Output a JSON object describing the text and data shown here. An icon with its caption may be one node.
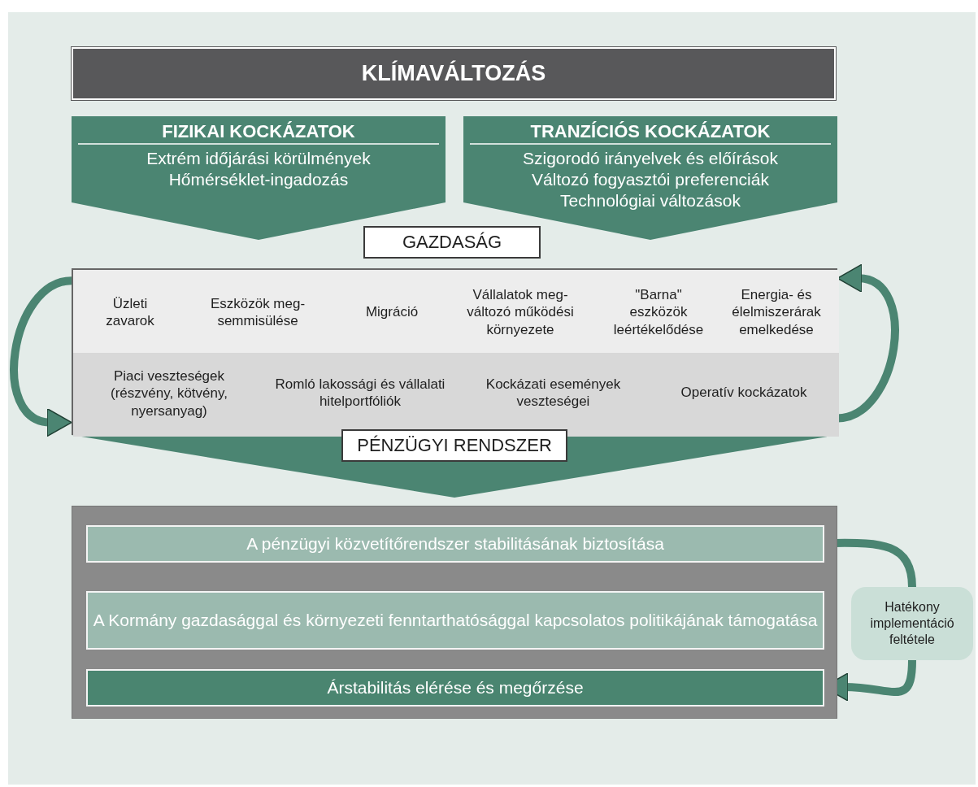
{
  "diagram": {
    "nodes": [
      {
        "text": [
          "KLÍMAVÁLTOZÁS"
        ]
      },
      {
        "text": [
          "FIZIKAI KOCKÁZATOK",
          "Extrém időjárási körülmények",
          "Hőmérséklet-ingadozás"
        ]
      },
      {
        "text": [
          "TRANZÍCIÓS KOCKÁZATOK",
          "Szigorodó irányelvek és előírások",
          "Változó fogyasztói preferenciák",
          "Technológiai változások"
        ]
      },
      {
        "text": [
          "GAZDASÁG"
        ]
      },
      {
        "text": [],
        "shape": "box"
      },
      {
        "text": [],
        "shape": "box",
        "in": 4
      },
      {
        "text": [
          "Üzleti zavarok"
        ],
        "in": 5
      },
      {
        "text": [
          "Eszközök meg- semmisülése"
        ],
        "in": 5
      },
      {
        "text": [
          "Migráció"
        ],
        "in": 5
      },
      {
        "text": [
          "Vállalatok meg- változó működési környezete"
        ],
        "in": 5
      },
      {
        "text": [
          "\"Barna\" eszközök leértékelődése"
        ],
        "in": 5
      },
      {
        "text": [
          "Energia- és élelmiszerárak emelkedése"
        ],
        "in": 5
      },
      {
        "text": [],
        "shape": "box",
        "in": 4
      },
      {
        "text": [
          "Piaci veszteségek (részvény, kötvény, nyersanyag)"
        ],
        "in": 12
      },
      {
        "text": [
          "Romló lakossági és vállalati hitelportfóliók"
        ],
        "in": 12
      },
      {
        "text": [
          "Kockázati események veszteségei"
        ],
        "in": 12
      },
      {
        "text": [
          "Operatív kockázatok"
        ],
        "in": 12
      },
      {
        "text": [
          "PÉNZÜGYI RENDSZER"
        ]
      },
      {
        "text": [],
        "shape": "box"
      },
      {
        "text": [
          "A pénzügyi közvetítőrendszer stabilitásának biztosítása"
        ],
        "in": 18
      },
      {
        "text": [
          "A Kormány gazdasággal és környezeti fenntarthatósággal kapcsolatos politikájának támogatása"
        ],
        "in": 18
      },
      {
        "text": [
          "Árstabilitás elérése és megőrzése"
        ],
        "in": 18
      },
      {
        "text": [
          "Hatékony implementáció feltétele"
        ]
      }
    ],
    "edges": [
      {
        "from": 5,
        "to": 12,
        "arrow": "to"
      },
      {
        "from": 12,
        "to": 5,
        "arrow": "to"
      },
      {
        "from": 4,
        "to": 18,
        "arrow": "to",
        "style": "thick"
      },
      {
        "from": 19,
        "to": 22,
        "arrow": "none"
      },
      {
        "from": 22,
        "to": 21,
        "arrow": "to"
      }
    ]
  }
}
